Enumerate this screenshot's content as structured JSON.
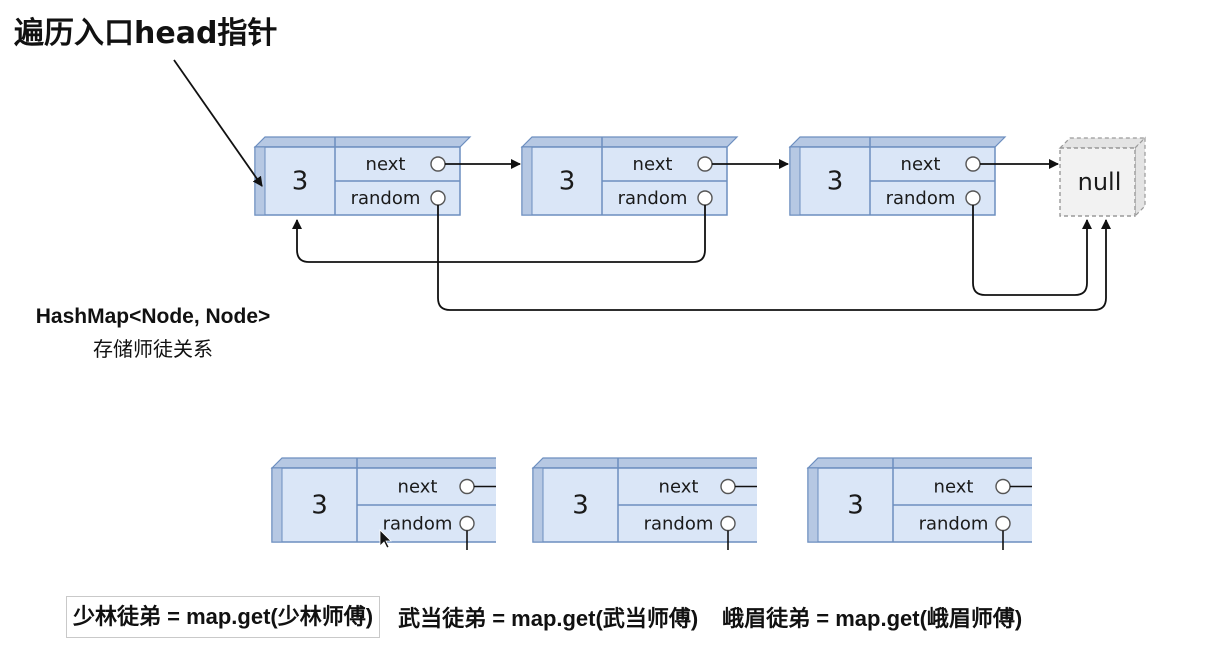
{
  "title": "遍历入口head指针",
  "hashmap": {
    "line1": "HashMap<Node, Node>",
    "line2": "存储师徒关系"
  },
  "original_nodes": [
    {
      "value": "3",
      "next_label": "next",
      "random_label": "random"
    },
    {
      "value": "3",
      "next_label": "next",
      "random_label": "random"
    },
    {
      "value": "3",
      "next_label": "next",
      "random_label": "random"
    }
  ],
  "null_label": "null",
  "copied_nodes": [
    {
      "value": "3",
      "next_label": "next",
      "random_label": "random"
    },
    {
      "value": "3",
      "next_label": "next",
      "random_label": "random"
    },
    {
      "value": "3",
      "next_label": "next",
      "random_label": "random"
    }
  ],
  "mappings": [
    "少林徒弟 = map.get(少林师傅)",
    "武当徒弟 = map.get(武当师傅)",
    "峨眉徒弟 = map.get(峨眉师傅)"
  ],
  "colors": {
    "node_fill": "#dae6f7",
    "node_stroke": "#6c8ebf",
    "node_side": "#b6c8e3",
    "null_fill": "#f2f2f2",
    "null_stroke": "#9a9a9a"
  }
}
